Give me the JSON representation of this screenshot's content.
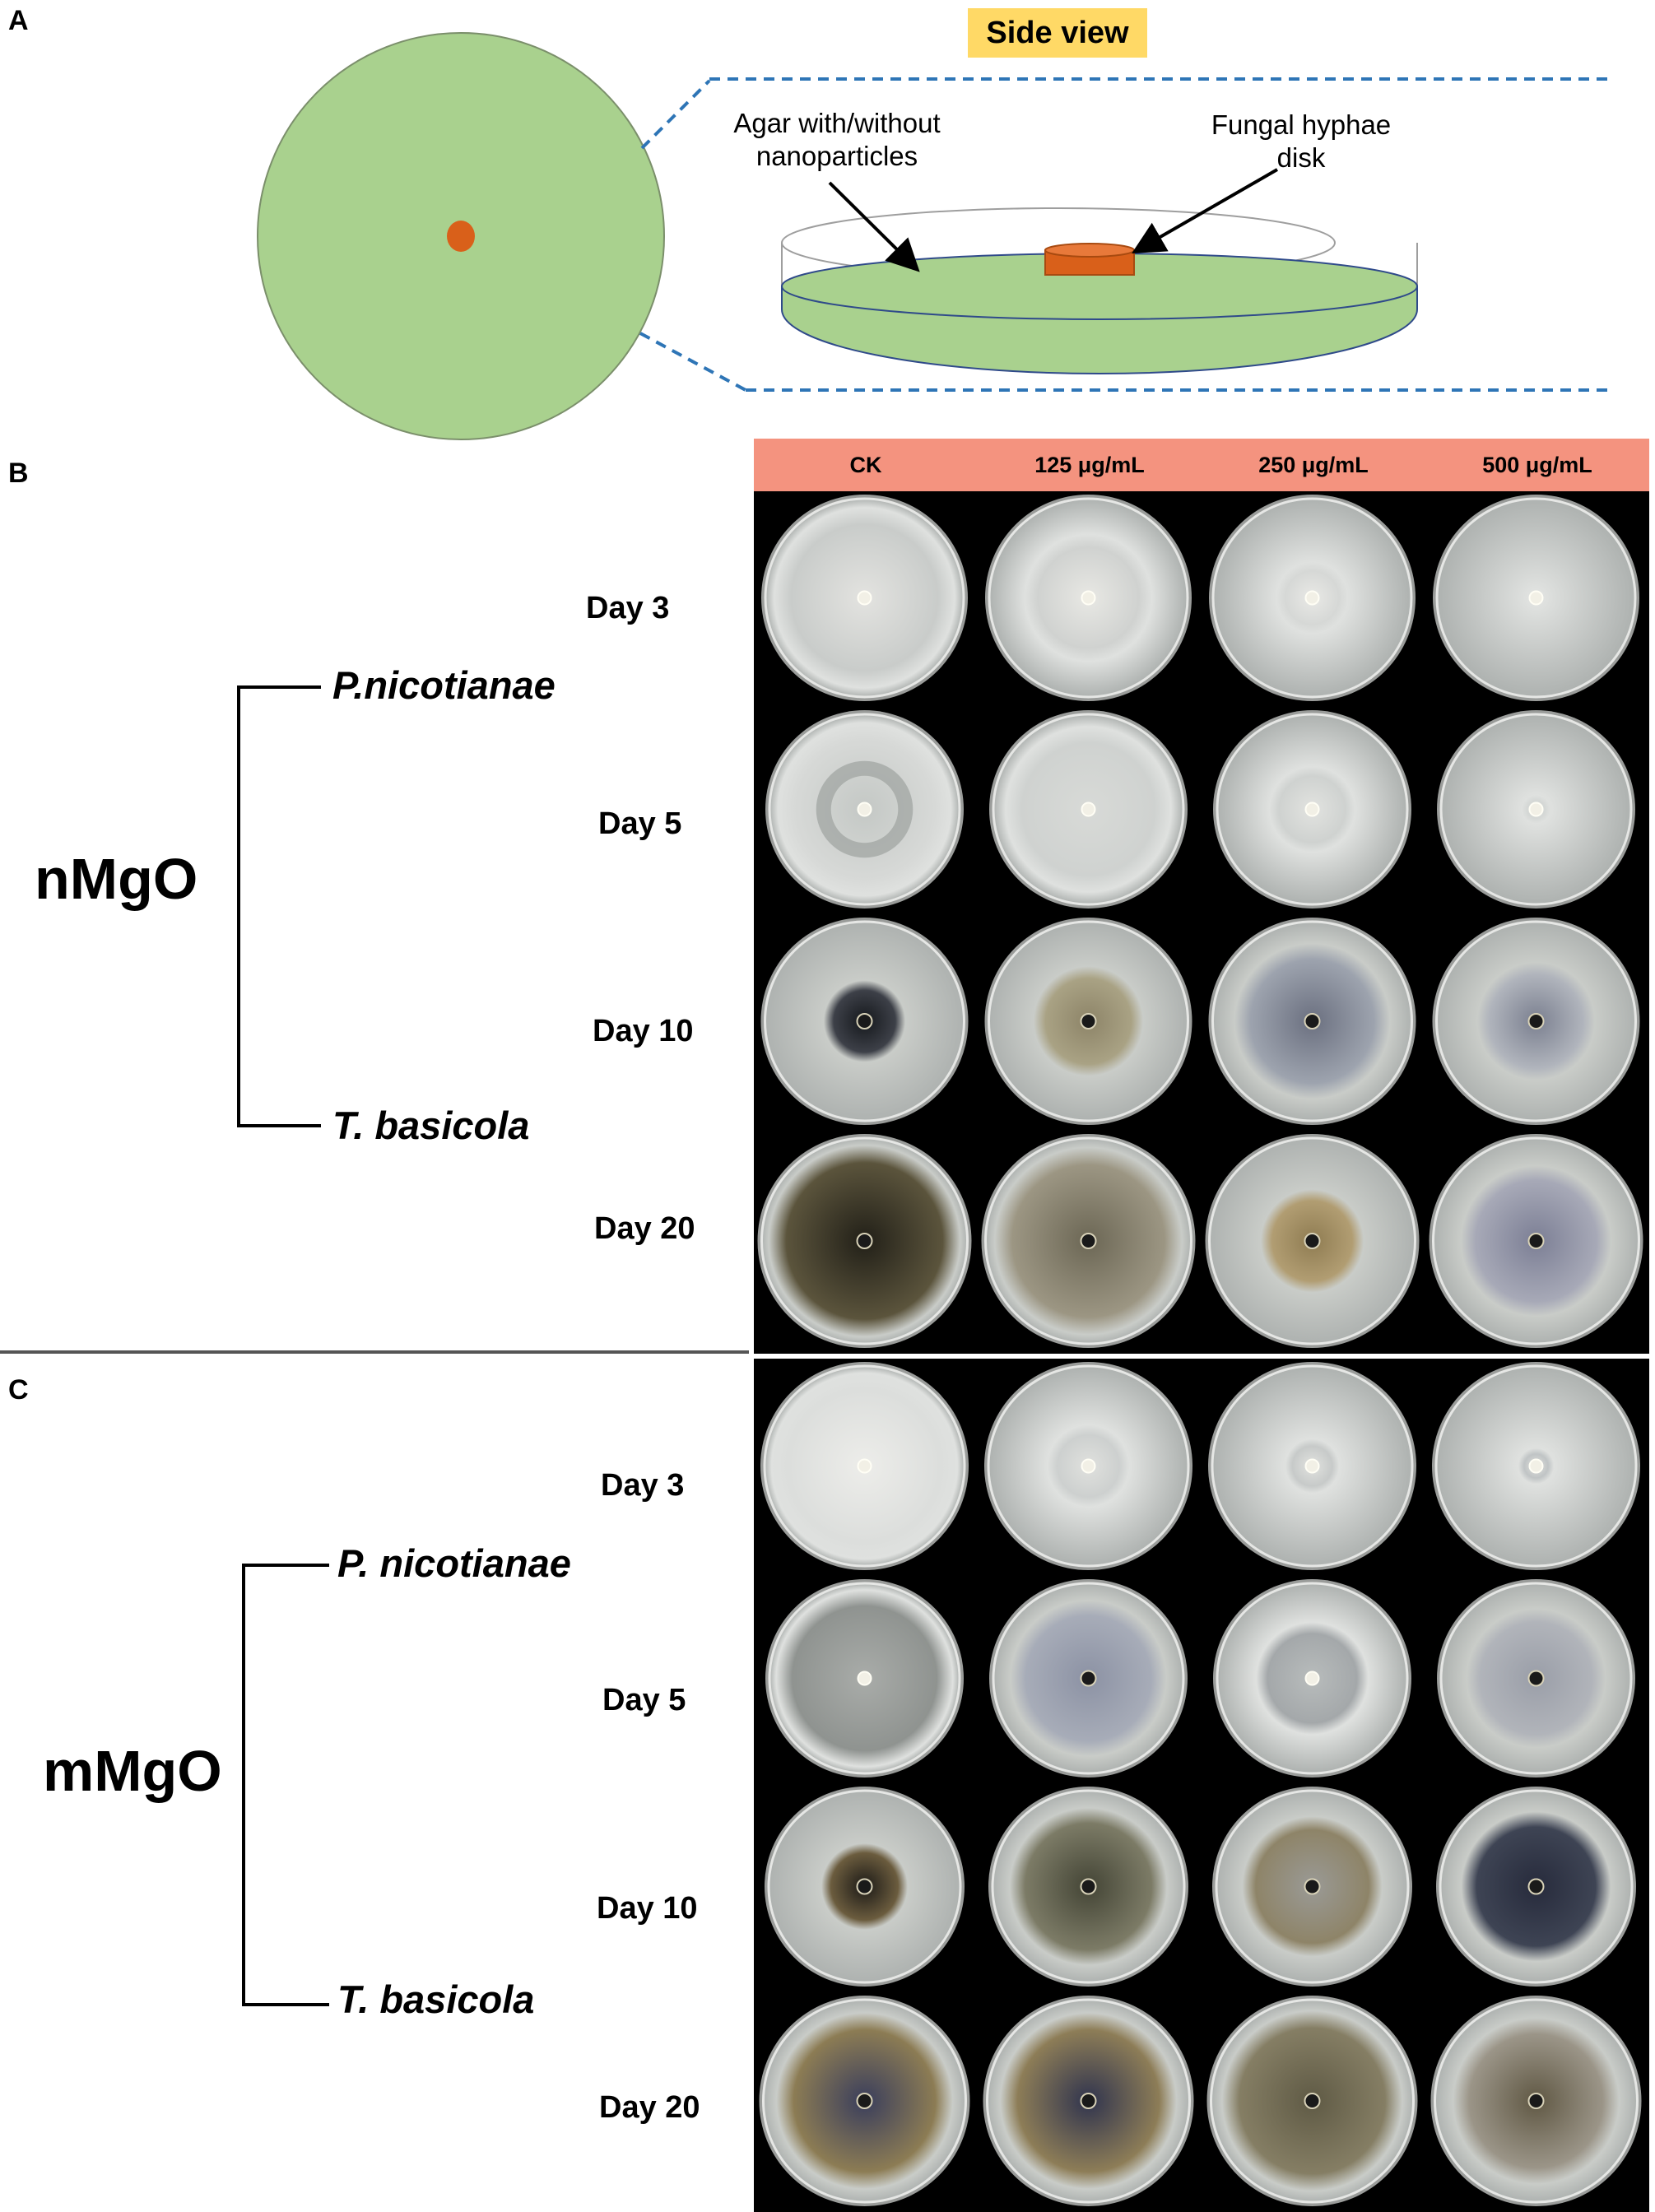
{
  "panel_a": {
    "letter": "A",
    "side_view_label": "Side view",
    "agar_label_line1": "Agar with/without",
    "agar_label_line2": "nanoparticles",
    "disk_label_line1": "Fungal hyphae",
    "disk_label_line2": "disk",
    "colors": {
      "agar": "#a9d18e",
      "disk": "#d9601a",
      "dash": "#2e75b6"
    }
  },
  "panel_b": {
    "letter": "B",
    "treatment": "nMgO",
    "species_top": "P.nicotianae",
    "species_bottom": "T. basicola"
  },
  "panel_c": {
    "letter": "C",
    "treatment": "mMgO",
    "species_top": "P. nicotianae",
    "species_bottom": "T. basicola"
  },
  "columns": [
    "CK",
    "125 μg/mL",
    "250 μg/mL",
    "500 μg/mL"
  ],
  "days_b": [
    "Day 3",
    "Day 5",
    "Day 10",
    "Day 20"
  ],
  "days_c": [
    "Day 3",
    "Day 5",
    "Day 10",
    "Day 20"
  ],
  "plates_b": [
    [
      {
        "type": "white",
        "growth": 0.95,
        "inner": "#e3e3e0",
        "outer": "#c9ccca",
        "ring": false
      },
      {
        "type": "white",
        "growth": 0.65,
        "inner": "#e8e8e4",
        "outer": "#d0d2d0",
        "ring": false
      },
      {
        "type": "white",
        "growth": 0.35,
        "inner": "#e9e9e6",
        "outer": "#d6d8d6",
        "ring": false
      },
      {
        "type": "white",
        "growth": 0.05,
        "inner": "#f3f1e8",
        "outer": "#e1e3e1",
        "ring": false
      }
    ],
    [
      {
        "type": "white",
        "growth": 0.95,
        "inner": "#c4c8c5",
        "outer": "#d7d9d7",
        "ring": true
      },
      {
        "type": "white",
        "growth": 0.9,
        "inner": "#d8dad7",
        "outer": "#cfd2d0",
        "ring": false
      },
      {
        "type": "white",
        "growth": 0.45,
        "inner": "#e2e3e0",
        "outer": "#cfd2d0",
        "ring": false
      },
      {
        "type": "white",
        "growth": 0.12,
        "inner": "#ededea",
        "outer": "#d4d7d5",
        "ring": false
      }
    ],
    [
      {
        "type": "dark",
        "growth": 0.4,
        "inner": "#15181c",
        "outer": "#3d4048",
        "ring": false
      },
      {
        "type": "dark",
        "growth": 0.55,
        "inner": "#8d8468",
        "outer": "#a9a284",
        "ring": false
      },
      {
        "type": "dark",
        "growth": 0.8,
        "inner": "#6b7080",
        "outer": "#9da3ae",
        "ring": false
      },
      {
        "type": "dark",
        "growth": 0.6,
        "inner": "#7b8090",
        "outer": "#b0b4bc",
        "ring": false
      }
    ],
    [
      {
        "type": "dark",
        "growth": 0.97,
        "inner": "#222018",
        "outer": "#5b543c",
        "ring": false
      },
      {
        "type": "dark",
        "growth": 0.95,
        "inner": "#6c6755",
        "outer": "#9c9683",
        "ring": false
      },
      {
        "type": "dark",
        "growth": 0.5,
        "inner": "#8f7c52",
        "outer": "#b19d72",
        "ring": false
      },
      {
        "type": "dark",
        "growth": 0.75,
        "inner": "#7c7f95",
        "outer": "#a7a9b7",
        "ring": false
      }
    ]
  ],
  "plates_c": [
    [
      {
        "type": "white",
        "growth": 0.97,
        "inner": "#ededea",
        "outer": "#dcdedc",
        "ring": false
      },
      {
        "type": "white",
        "growth": 0.4,
        "inner": "#e0e1de",
        "outer": "#cdd0cf",
        "ring": false
      },
      {
        "type": "white",
        "growth": 0.25,
        "inner": "#e2e3e0",
        "outer": "#c7cac9",
        "ring": false
      },
      {
        "type": "white",
        "growth": 0.15,
        "inner": "#e0e1de",
        "outer": "#c0c4c5",
        "ring": false
      }
    ],
    [
      {
        "type": "white",
        "growth": 0.97,
        "inner": "#a9aca9",
        "outer": "#8f9390",
        "ring": false
      },
      {
        "type": "dark",
        "growth": 0.85,
        "inner": "#8c92a4",
        "outer": "#a7acb8",
        "ring": false
      },
      {
        "type": "white",
        "growth": 0.6,
        "inner": "#b8bcbc",
        "outer": "#a4a8aa",
        "ring": false
      },
      {
        "type": "dark",
        "growth": 0.75,
        "inner": "#9a9ea8",
        "outer": "#b1b4ba",
        "ring": false
      }
    ],
    [
      {
        "type": "dark",
        "growth": 0.45,
        "inner": "#1c1a17",
        "outer": "#6b5c3e",
        "ring": false
      },
      {
        "type": "dark",
        "growth": 0.85,
        "inner": "#444536",
        "outer": "#7c7b66",
        "ring": false
      },
      {
        "type": "dark",
        "growth": 0.75,
        "inner": "#9a9a96",
        "outer": "#8e8468",
        "ring": false
      },
      {
        "type": "dark",
        "growth": 0.8,
        "inner": "#272b3c",
        "outer": "#3e4454",
        "ring": false
      }
    ],
    [
      {
        "type": "dark",
        "growth": 0.9,
        "inner": "#3a3e5c",
        "outer": "#8c7c54",
        "ring": false
      },
      {
        "type": "dark",
        "growth": 0.9,
        "inner": "#30344e",
        "outer": "#8d7d57",
        "ring": false
      },
      {
        "type": "dark",
        "growth": 0.92,
        "inner": "#5f5a45",
        "outer": "#857e64",
        "ring": false
      },
      {
        "type": "dark",
        "growth": 0.85,
        "inner": "#605844",
        "outer": "#9b9588",
        "ring": false
      }
    ]
  ]
}
